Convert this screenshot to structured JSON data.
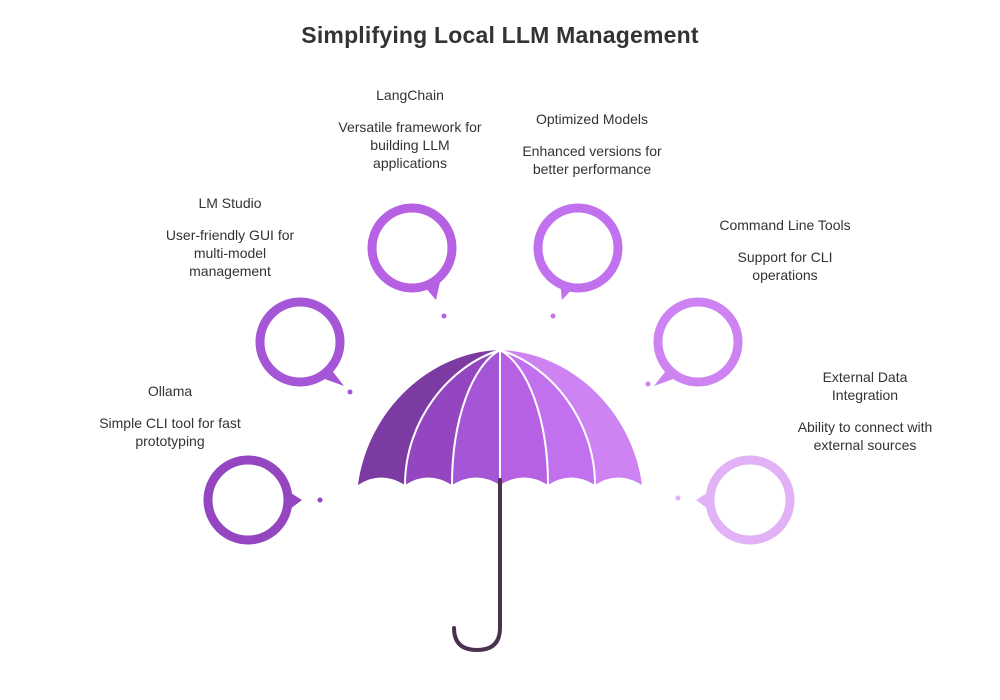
{
  "title": "Simplifying Local LLM Management",
  "colors": {
    "panel_1": "#7c3aa3",
    "panel_2": "#9446c0",
    "panel_3": "#a456d6",
    "panel_4": "#b660e4",
    "panel_5": "#c271ee",
    "panel_6": "#cd84f2",
    "panel_7": "#d79ef5",
    "panel_8": "#e1b2f6",
    "handle": "#4a3150"
  },
  "nodes": [
    {
      "name": "Ollama",
      "description": [
        "Simple CLI tool for fast",
        "prototyping"
      ]
    },
    {
      "name": "LM Studio",
      "description": [
        "User-friendly GUI for",
        "multi-model",
        "management"
      ]
    },
    {
      "name": "LangChain",
      "description": [
        "Versatile framework for",
        "building LLM",
        "applications"
      ]
    },
    {
      "name": "Optimized Models",
      "description": [
        "Enhanced versions for",
        "better performance"
      ]
    },
    {
      "name": "Command Line Tools",
      "description": [
        "Support for CLI",
        "operations"
      ]
    },
    {
      "name": [
        "External Data",
        "Integration"
      ],
      "description": [
        "Ability to connect with",
        "external sources"
      ]
    }
  ]
}
